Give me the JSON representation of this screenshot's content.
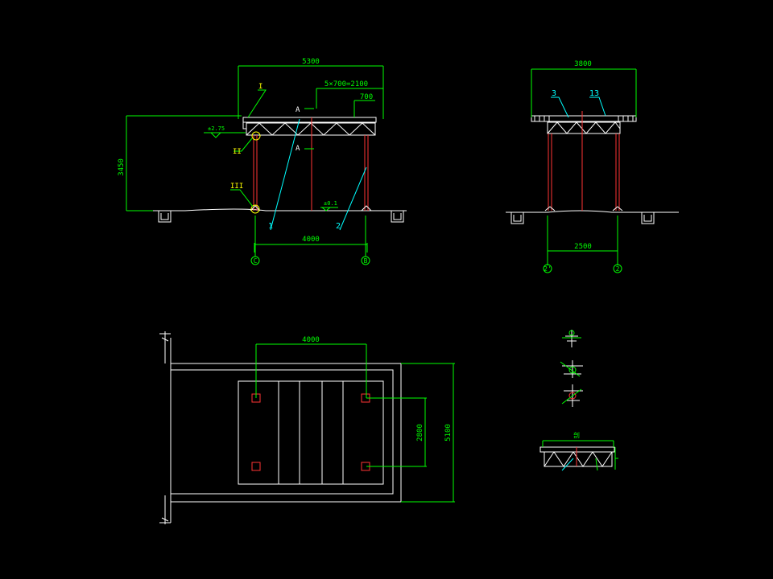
{
  "colors": {
    "background": "#000000",
    "line": "#ffffff",
    "dimension": "#00ff00",
    "column": "#ff3333",
    "tag": "#00ffff",
    "note": "#ffff00"
  },
  "elevation_front": {
    "dim_total_width": "5300",
    "dim_bay_spacing": "5×700=2100",
    "dim_bay": "700",
    "dim_height": "3450",
    "dim_column_spacing": "4000",
    "level_top": "±2.75",
    "level_ground": "±0.1",
    "section_mark_top": "A",
    "section_mark_bottom": "A",
    "detail_labels": [
      "I",
      "II",
      "III"
    ],
    "part_labels": [
      "1",
      "2"
    ],
    "grid_labels": [
      "C",
      "B"
    ]
  },
  "elevation_side": {
    "dim_total_width": "3800",
    "dim_column_spacing": "2500",
    "tag_labels": [
      "3",
      "13"
    ],
    "grid_labels": [
      "2'",
      "2"
    ]
  },
  "plan": {
    "dim_width": "4000",
    "dim_inner": "2800",
    "dim_outer": "5100"
  },
  "details": {
    "section_label": "剖"
  }
}
